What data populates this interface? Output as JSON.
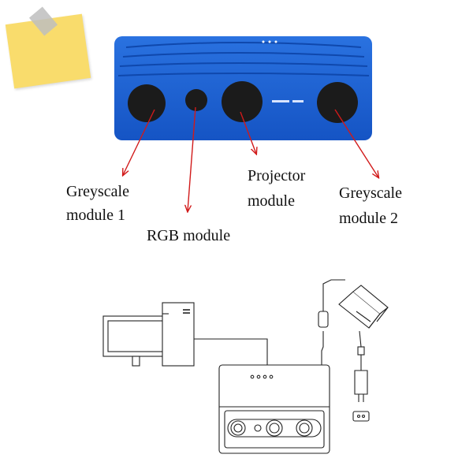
{
  "labels": {
    "greyscale_1_line1": "Greyscale",
    "greyscale_1_line2": "module 1",
    "rgb": "RGB module",
    "projector_line1": "Projector",
    "projector_line2": "module",
    "greyscale_2_line1": "Greyscale",
    "greyscale_2_line2": "module 2"
  },
  "colors": {
    "device_body": "#1a63d6",
    "lens": "#1b1b1b",
    "arrow": "#d11a1a",
    "sticky_note": "#f9dc6c",
    "line_art": "#222222"
  },
  "icons": {
    "sticky_note": "sticky-note-icon",
    "monitor": "monitor-icon",
    "pc_tower": "pc-tower-icon",
    "power_adapter": "power-adapter-icon",
    "plug": "plug-icon"
  }
}
